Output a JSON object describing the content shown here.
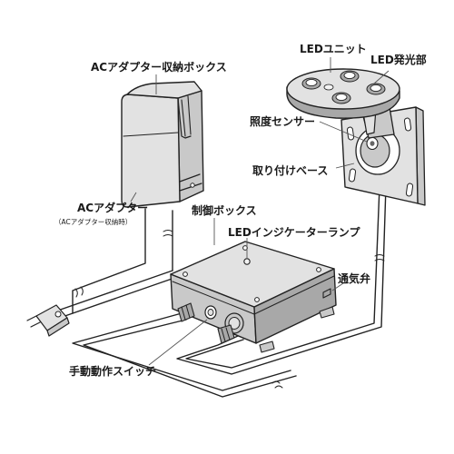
{
  "labels": {
    "ac_adapter_box": "ACアダプター収納ボックス",
    "led_unit": "LEDユニット",
    "led_emitter": "LED発光部",
    "light_sensor": "照度センサー",
    "mount_base": "取り付けベース",
    "ac_adapter": "ACアダプター",
    "ac_adapter_stored": "（ACアダプター収納時）",
    "control_box": "制御ボックス",
    "led_indicator": "LEDインジケーターランプ",
    "vent_valve": "通気弁",
    "manual_switch": "手動動作スイッチ"
  }
}
